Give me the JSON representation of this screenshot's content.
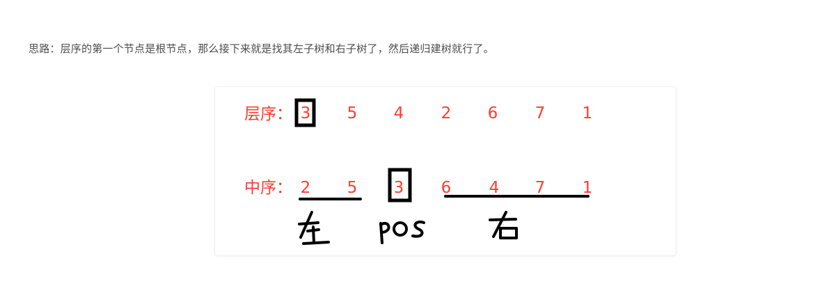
{
  "intro_text": "思路：层序的第一个节点是根节点，那么接下来就是找其左子树和右子树了，然后递归建树就行了。",
  "figure": {
    "level_order": {
      "label": "层序：",
      "values": [
        "3",
        "5",
        "4",
        "2",
        "6",
        "7",
        "1"
      ]
    },
    "in_order": {
      "label": "中序：",
      "values": [
        "2",
        "5",
        "3",
        "6",
        "4",
        "7",
        "1"
      ]
    },
    "annotations": {
      "left": "左",
      "pos": "pos",
      "right": "右"
    },
    "colors": {
      "digits": "#ff3b30",
      "ink": "#000000"
    }
  }
}
